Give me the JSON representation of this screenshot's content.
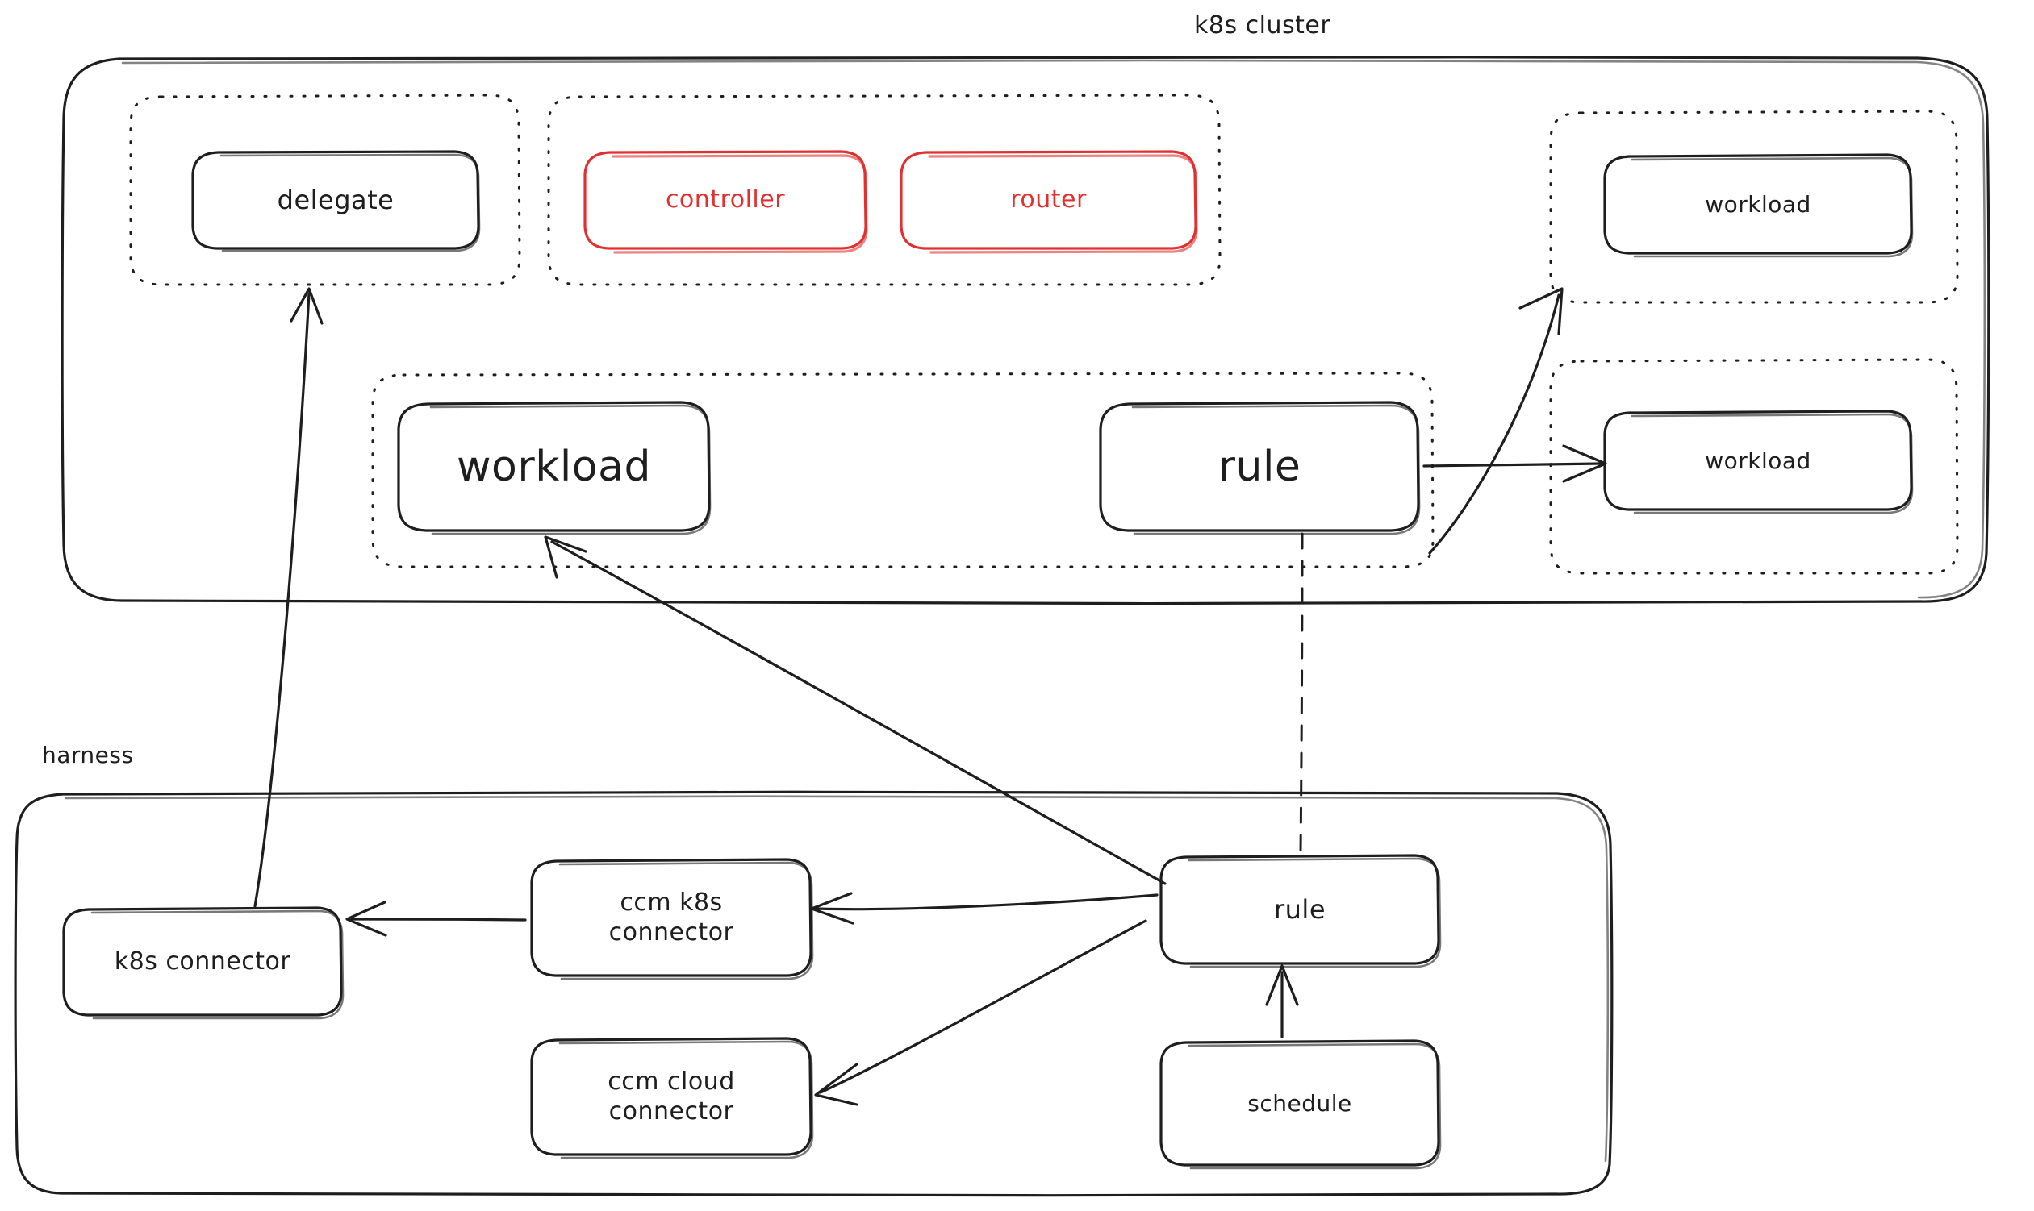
{
  "diagram": {
    "type": "architecture-diagram",
    "style": "hand-drawn",
    "colors": {
      "stroke": "#1e1e1e",
      "accent_red": "#e03131",
      "background": "#ffffff"
    },
    "frames": [
      {
        "id": "k8s-cluster",
        "title": "k8s cluster",
        "title_align": "top-center"
      },
      {
        "id": "harness",
        "title": "harness",
        "title_align": "top-left"
      }
    ],
    "groups": [
      {
        "id": "delegate-group",
        "style": "dotted"
      },
      {
        "id": "controller-router-group",
        "style": "dotted"
      },
      {
        "id": "workload-group-top-right",
        "style": "dotted"
      },
      {
        "id": "workload-group-bottom-right",
        "style": "dotted"
      },
      {
        "id": "workload-rule-group",
        "style": "dotted"
      }
    ],
    "nodes": [
      {
        "id": "delegate",
        "label": "delegate",
        "color": "dark",
        "frame": "k8s-cluster"
      },
      {
        "id": "controller",
        "label": "controller",
        "color": "red",
        "frame": "k8s-cluster"
      },
      {
        "id": "router",
        "label": "router",
        "color": "red",
        "frame": "k8s-cluster"
      },
      {
        "id": "workload-top-right",
        "label": "workload",
        "color": "dark",
        "frame": "k8s-cluster"
      },
      {
        "id": "workload-bottom-right",
        "label": "workload",
        "color": "dark",
        "frame": "k8s-cluster"
      },
      {
        "id": "workload-main",
        "label": "workload",
        "color": "dark",
        "frame": "k8s-cluster"
      },
      {
        "id": "rule-cluster",
        "label": "rule",
        "color": "dark",
        "frame": "k8s-cluster"
      },
      {
        "id": "k8s-connector",
        "label": "k8s connector",
        "color": "dark",
        "frame": "harness"
      },
      {
        "id": "ccm-k8s-connector",
        "label": "ccm k8s\nconnector",
        "color": "dark",
        "frame": "harness"
      },
      {
        "id": "ccm-cloud-connector",
        "label": "ccm cloud\nconnector",
        "color": "dark",
        "frame": "harness"
      },
      {
        "id": "rule-harness",
        "label": "rule",
        "color": "dark",
        "frame": "harness"
      },
      {
        "id": "schedule",
        "label": "schedule",
        "color": "dark",
        "frame": "harness"
      }
    ],
    "edges": [
      {
        "from": "k8s-connector",
        "to": "delegate",
        "style": "solid",
        "arrow": "end"
      },
      {
        "from": "rule-cluster",
        "to": "workload-top-right",
        "style": "solid",
        "arrow": "end"
      },
      {
        "from": "rule-cluster",
        "to": "workload-bottom-right",
        "style": "solid",
        "arrow": "end"
      },
      {
        "from": "rule-cluster",
        "to": "rule-harness",
        "style": "dashed",
        "arrow": "none"
      },
      {
        "from": "rule-harness",
        "to": "workload-main",
        "style": "solid",
        "arrow": "end"
      },
      {
        "from": "rule-harness",
        "to": "ccm-k8s-connector",
        "style": "solid",
        "arrow": "end"
      },
      {
        "from": "rule-harness",
        "to": "ccm-cloud-connector",
        "style": "solid",
        "arrow": "end"
      },
      {
        "from": "ccm-k8s-connector",
        "to": "k8s-connector",
        "style": "solid",
        "arrow": "end"
      },
      {
        "from": "schedule",
        "to": "rule-harness",
        "style": "solid",
        "arrow": "end"
      }
    ]
  }
}
